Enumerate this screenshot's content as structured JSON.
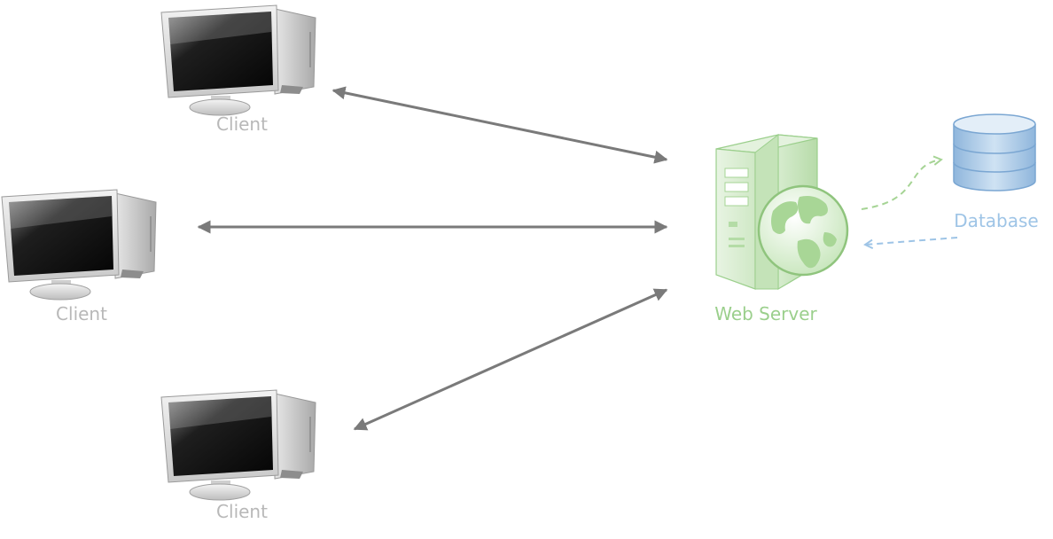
{
  "clients": [
    {
      "label": "Client"
    },
    {
      "label": "Client"
    },
    {
      "label": "Client"
    }
  ],
  "server": {
    "label": "Web Server"
  },
  "database": {
    "label": "Database"
  },
  "colors": {
    "client_label": "#b8b8b8",
    "server": "#9bcf8c",
    "database": "#9ec4e6",
    "arrow": "#7a7a7a"
  }
}
